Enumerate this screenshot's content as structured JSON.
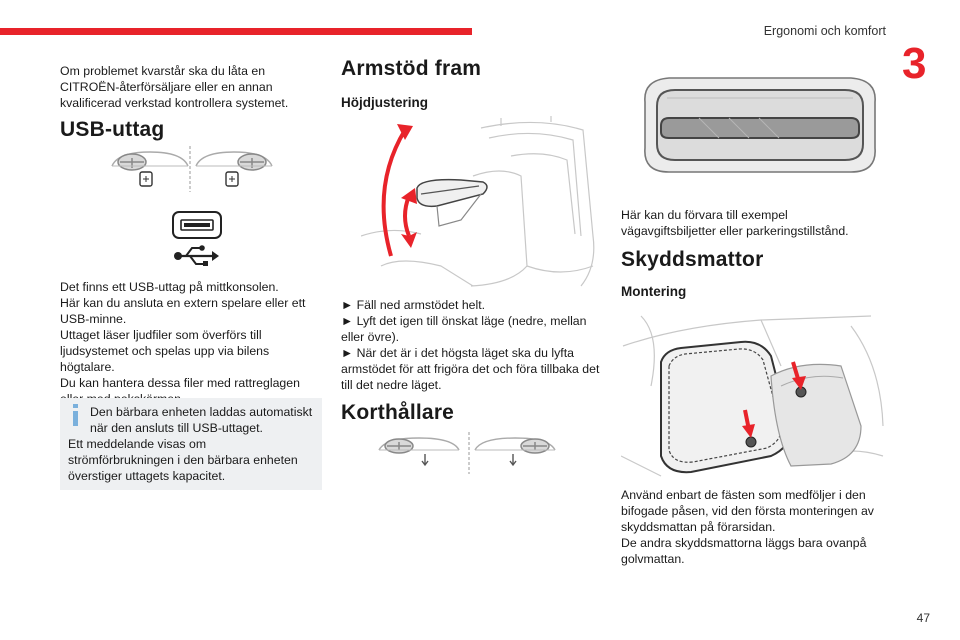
{
  "header": {
    "section_title": "Ergonomi och komfort",
    "chapter_number": "3",
    "page_number": "47",
    "accent_color": "#e8232a"
  },
  "col1": {
    "intro": "Om problemet kvarstår ska du låta en CITROËN-återförsäljare eller en annan kvalificerad verkstad kontrollera systemet.",
    "usb_heading": "USB-uttag",
    "usb_body": [
      "Det finns ett USB-uttag på mittkonsolen.",
      "Här kan du ansluta en extern spelare eller ett USB-minne.",
      "Uttaget läser ljudfiler som överförs till ljudsystemet och spelas upp via bilens högtalare.",
      "Du kan hantera dessa filer med rattreglagen eller med pekskärmen."
    ],
    "info_box": {
      "lead": "Den bärbara enheten laddas automatiskt när den ansluts till USB-uttaget.",
      "rest": "Ett meddelande visas om strömförbrukningen i den bärbara enheten överstiger uttagets kapacitet."
    }
  },
  "col2": {
    "armrest_heading": "Armstöd fram",
    "height_subheading": "Höjdjustering",
    "steps": [
      "► Fäll ned armstödet helt.",
      "► Lyft det igen till önskat läge (nedre, mellan eller övre).",
      "► När det är i det högsta läget ska du lyfta armstödet för att frigöra det och föra tillbaka det till det nedre läget."
    ],
    "cardholder_heading": "Korthållare"
  },
  "col3": {
    "storage_text": "Här kan du förvara till exempel vägavgiftsbiljetter eller parkeringstillstånd.",
    "mats_heading": "Skyddsmattor",
    "mounting_subheading": "Montering",
    "mounting_body": [
      "Använd enbart de fästen som medföljer i den bifogade påsen, vid den första monteringen av skyddsmattan på förarsidan.",
      "De andra skyddsmattorna läggs bara ovanpå golvmattan."
    ]
  }
}
